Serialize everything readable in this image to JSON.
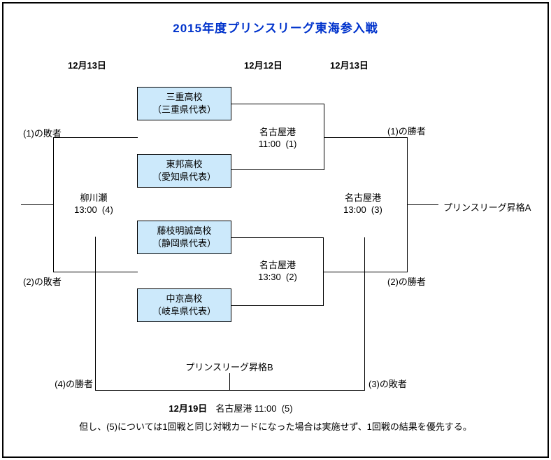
{
  "title": "2015年度プリンスリーグ東海参入戦",
  "round_dates": {
    "left": "12月13日",
    "middle": "12月12日",
    "right": "12月13日"
  },
  "teams": [
    {
      "name": "三重高校",
      "rep": "（三重県代表）"
    },
    {
      "name": "東邦高校",
      "rep": "（愛知県代表）"
    },
    {
      "name": "藤枝明誠高校",
      "rep": "（静岡県代表）"
    },
    {
      "name": "中京高校",
      "rep": "（岐阜県代表）"
    }
  ],
  "matches": {
    "m1": {
      "venue": "名古屋港",
      "time": "11:00  (1)"
    },
    "m2": {
      "venue": "名古屋港",
      "time": "13:30  (2)"
    },
    "m3": {
      "venue": "名古屋港",
      "time": "13:00  (3)"
    },
    "m4": {
      "venue": "柳川瀬",
      "time": "13:00  (4)"
    }
  },
  "labels": {
    "loser1": "(1)の敗者",
    "loser2": "(2)の敗者",
    "loser3": "(3)の敗者",
    "winner1": "(1)の勝者",
    "winner2": "(2)の勝者",
    "winner4": "(4)の勝者",
    "promotion_a": "プリンスリーグ昇格A",
    "promotion_b": "プリンスリーグ昇格B"
  },
  "footer": {
    "final_date": "12月19日",
    "final_info": "名古屋港 11:00  (5)",
    "note": "但し、(5)については1回戦と同じ対戦カードになった場合は実施せず、1回戦の結果を優先する。"
  },
  "colors": {
    "title_blue": "#0033cc",
    "box_fill": "#cce9fb",
    "line_black": "#000000"
  }
}
